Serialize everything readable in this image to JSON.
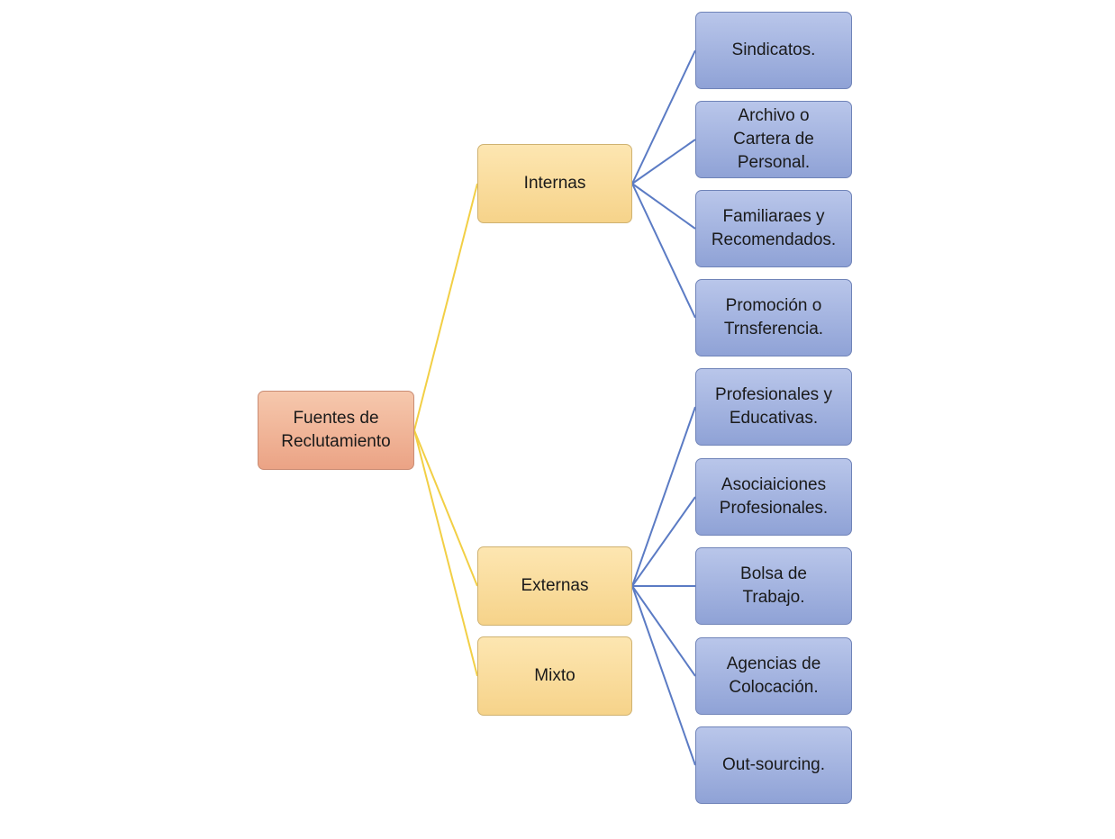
{
  "diagram": {
    "root": {
      "label": "Fuentes de\nReclutamiento"
    },
    "branches": {
      "internas": {
        "label": "Internas",
        "children": [
          "Sindicatos.",
          "Archivo o\nCartera de\nPersonal.",
          "Familiaraes y\nRecomendados.",
          "Promoción o\nTrnsferencia."
        ]
      },
      "externas": {
        "label": "Externas",
        "children": [
          "Profesionales y\nEducativas.",
          "Asociaiciones\nProfesionales.",
          "Bolsa de\nTrabajo.",
          "Agencias de\nColocación.",
          "Out-sourcing."
        ]
      },
      "mixto": {
        "label": "Mixto"
      }
    },
    "colors": {
      "root_fill": "#eba385",
      "branch_fill": "#f6d38a",
      "leaf_fill": "#8fa2d6",
      "branch_connector": "#f2cf45",
      "leaf_connector": "#5b7bc4"
    }
  }
}
